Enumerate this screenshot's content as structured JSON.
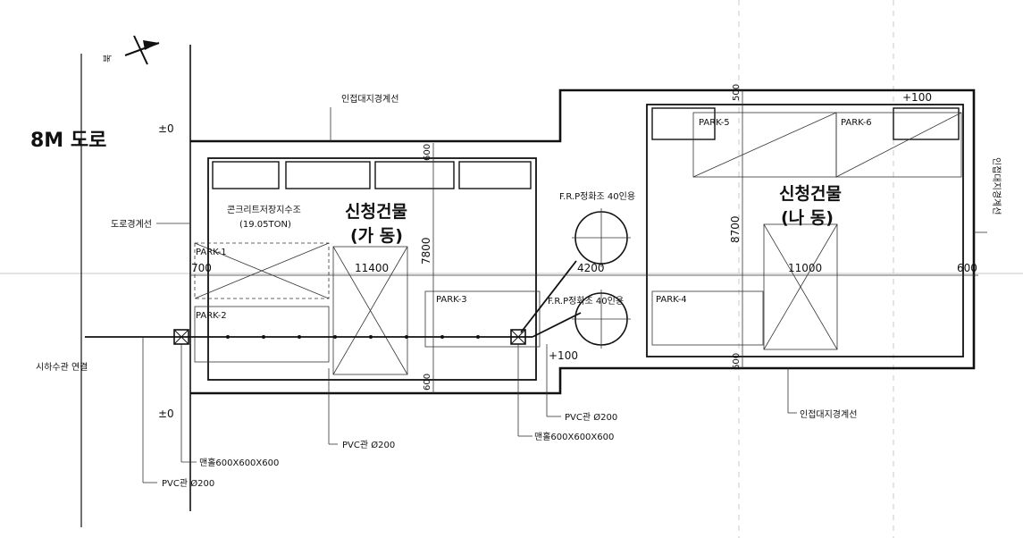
{
  "road": {
    "label": "8M  도로"
  },
  "north_mark": {
    "label": "북"
  },
  "levels": {
    "top_left": "±0",
    "bottom_left": "±0",
    "pit_right": "+100",
    "top_right": "+100"
  },
  "boundary_labels": {
    "top": "인접대지경계선",
    "bottom": "인접대지경계선",
    "right": "인접대지경계선",
    "road_line": "도로경계선"
  },
  "building_a": {
    "name": "신청건물",
    "sub": "(가 동)",
    "tank": "콘크리트저장지수조",
    "tank_capacity": "(19.05TON)",
    "length": "11400",
    "width": "7800"
  },
  "building_b": {
    "name": "신청건물",
    "sub": "(나 동)",
    "length": "11000",
    "width": "8700"
  },
  "parking": [
    "PARK-1",
    "PARK-2",
    "PARK-3",
    "PARK-4",
    "PARK-5",
    "PARK-6"
  ],
  "septic": {
    "top": "F.R.P정화조 40인용",
    "bottom": "F.R.P정화조 40인용"
  },
  "dimensions": {
    "gap_between": "4200",
    "left_setback": "700",
    "right_setback": "600",
    "a_top": "600",
    "a_bottom": "600",
    "b_top": "500",
    "b_bottom": "600"
  },
  "pipes": {
    "sewer_connect": "시하수관 연결",
    "pvc_1": "PVC관  Ø200",
    "pvc_2": "PVC관  Ø200",
    "pvc_3": "PVC관  Ø200",
    "manhole_1": "맨홀600X600X600",
    "manhole_2": "맨홀600X600X600"
  },
  "colors": {
    "line": "#111111",
    "hatch": "#444444",
    "faint": "#c8c8c8"
  }
}
